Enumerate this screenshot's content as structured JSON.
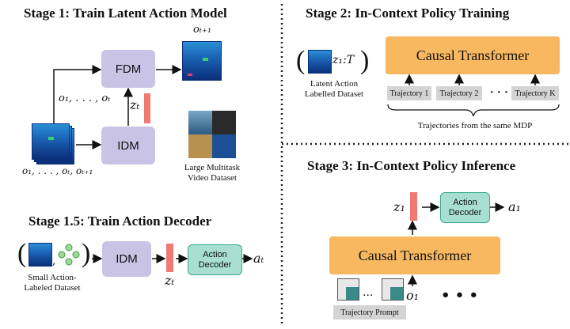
{
  "stage1": {
    "title": "Stage 1: Train Latent Action Model",
    "fdm": "FDM",
    "idm": "IDM",
    "obs_label": "o₁, . . . , oₜ",
    "next_obs_label": "oₜ₊₁",
    "latent_label": "zₜ",
    "input_label": "o₁, . . . , oₜ, oₜ₊₁",
    "dataset_line1": "Large Multitask",
    "dataset_line2": "Video Dataset"
  },
  "stage15": {
    "title": "Stage 1.5: Train Action Decoder",
    "idm": "IDM",
    "latent_label": "zₜ",
    "decoder_line1": "Action",
    "decoder_line2": "Decoder",
    "action_label": "aₜ",
    "dataset_line1": "Small Action-",
    "dataset_line2": "Labeled Dataset"
  },
  "stage2": {
    "title": "Stage 2: In-Context Policy Training",
    "dataset_label": "z₁:T",
    "dataset_line1": "Latent Action",
    "dataset_line2": "Labelled Dataset",
    "transformer": "Causal Transformer",
    "trajectories": [
      "Trajectory 1",
      "Trajectory 2",
      "Trajectory K"
    ],
    "ellipsis": "· · ·",
    "brace_caption": "Trajectories from the same MDP"
  },
  "stage3": {
    "title": "Stage 3: In-Context Policy Inference",
    "latent_label": "z₁",
    "decoder_line1": "Action",
    "decoder_line2": "Decoder",
    "action_label": "a₁",
    "transformer": "Causal Transformer",
    "obs_label": "o₁",
    "ellipsis_small": "...",
    "ellipsis_big": "•  •  •",
    "prompt_label": "Trajectory Prompt"
  },
  "colors": {
    "purple": "#c9c3e6",
    "green": "#a8dfd0",
    "orange": "#f7b860",
    "red": "#f07a72",
    "gray": "#d4d4d4"
  }
}
